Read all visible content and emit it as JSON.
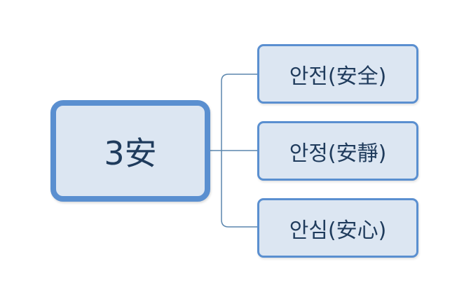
{
  "diagram": {
    "root": {
      "label": "3安"
    },
    "children": [
      {
        "label": "안전(安全)"
      },
      {
        "label": "안정(安靜)"
      },
      {
        "label": "안심(安心)"
      }
    ]
  },
  "colors": {
    "node_fill": "#dce6f2",
    "node_border": "#5a8fd0",
    "connector": "#5b86ad",
    "text": "#1f3b5c"
  }
}
